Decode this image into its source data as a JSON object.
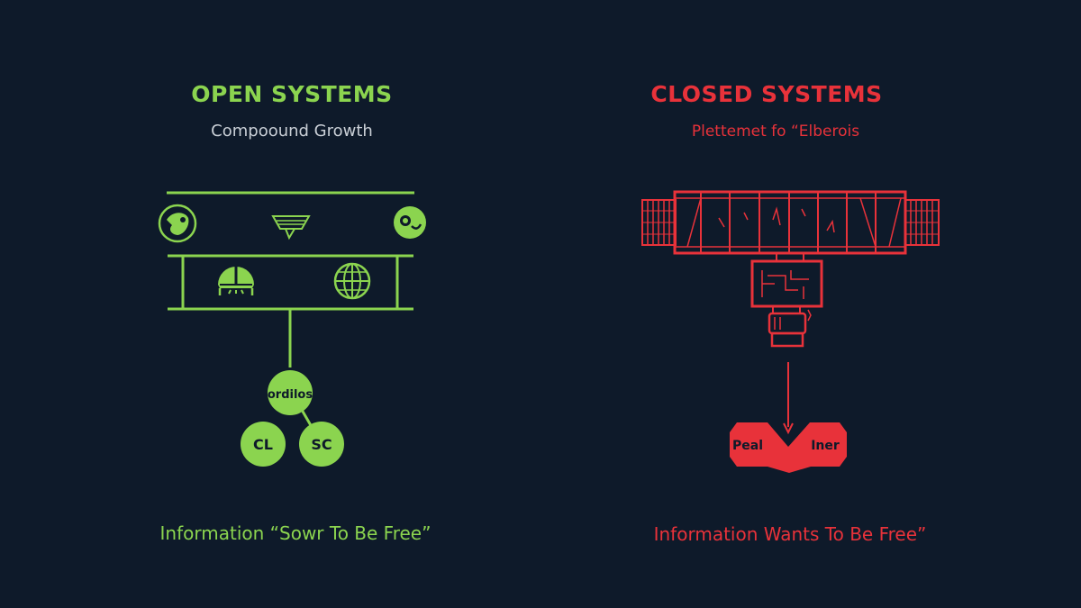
{
  "colors": {
    "background": "#0e1a2a",
    "open_accent": "#8bd44f",
    "closed_accent": "#e8323a",
    "subtitle_gray": "#c9cfd6"
  },
  "open_system": {
    "title": "OPEN SYSTEMS",
    "subtitle": "Compoound Growth",
    "icons": [
      "face-icon",
      "ship-icon",
      "mask-icon",
      "helmet-icon",
      "globe-icon"
    ],
    "nodes": {
      "top": "ordilos",
      "left": "CL",
      "right": "SC"
    },
    "caption": "Information “Sowr To Be Free”"
  },
  "closed_system": {
    "title": "CLOSED SYSTEMS",
    "subtitle": "Plettemet fo “Elberois",
    "nodes": {
      "left": "Peal",
      "right": "Iner"
    },
    "caption": "Information Wants To Be Free”"
  }
}
